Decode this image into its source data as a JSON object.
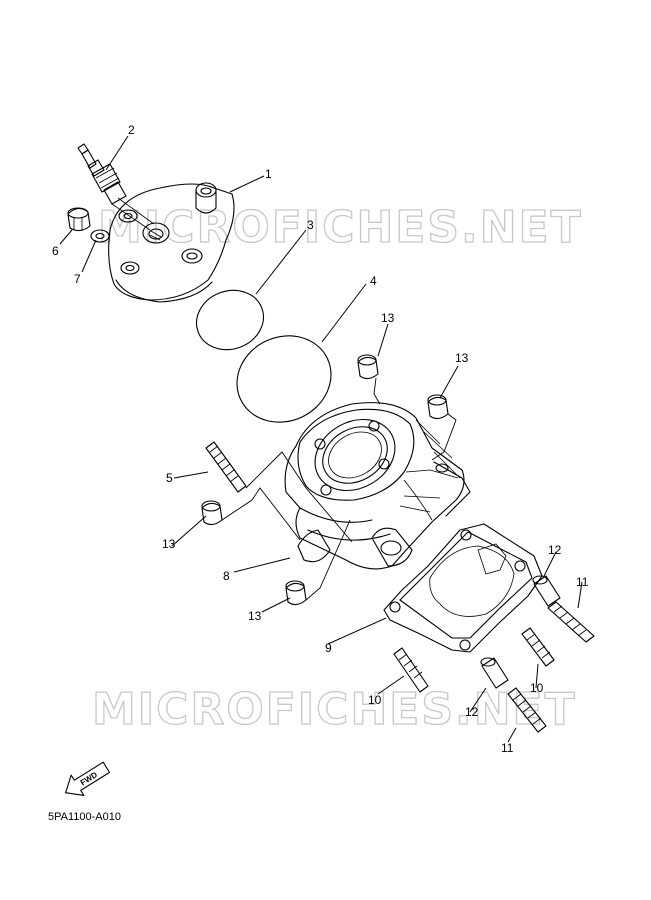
{
  "watermark": "MICROFICHES.NET",
  "diagram_code": "5PA1100-A010",
  "fwd_label": "FWD",
  "callouts": {
    "c1": "1",
    "c2": "2",
    "c3": "3",
    "c4": "4",
    "c5": "5",
    "c6": "6",
    "c7": "7",
    "c8": "8",
    "c9": "9",
    "c10a": "10",
    "c10b": "10",
    "c11a": "11",
    "c11b": "11",
    "c12a": "12",
    "c12b": "12",
    "c13a": "13",
    "c13b": "13",
    "c13c": "13",
    "c13d": "13"
  }
}
